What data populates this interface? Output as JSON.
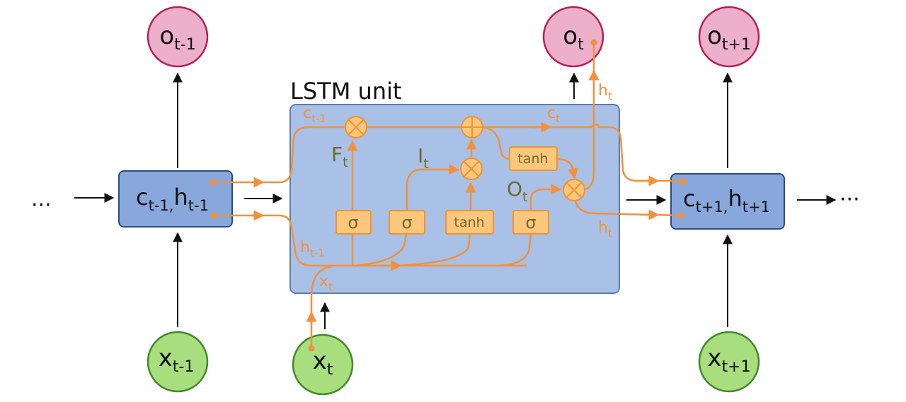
{
  "unit_title": "LSTM unit",
  "ellipsis_left": "···",
  "ellipsis_right": "···",
  "colors": {
    "output_fill": "#ecb0cb",
    "output_stroke": "#b51f55",
    "input_fill": "#a8de7d",
    "input_stroke": "#3f8a2c",
    "unit_fill": "#a9c1e7",
    "unit_stroke": "#5f7ea9",
    "state_fill": "#88a8dc",
    "state_stroke": "#2d4c7c",
    "gate_fill": "#fcc77d",
    "gate_stroke": "#f0932f",
    "flow": "#f2913c"
  },
  "outputs": [
    {
      "base": "o",
      "sub": "t-1"
    },
    {
      "base": "o",
      "sub": "t"
    },
    {
      "base": "o",
      "sub": "t+1"
    }
  ],
  "inputs": [
    {
      "base": "x",
      "sub": "t-1"
    },
    {
      "base": "x",
      "sub": "t"
    },
    {
      "base": "x",
      "sub": "t+1"
    }
  ],
  "states": [
    {
      "c_base": "c",
      "c_sub": "t-1,",
      "h_base": "h",
      "h_sub": "t-1"
    },
    {
      "c_base": "c",
      "c_sub": "t+1,",
      "h_base": "h",
      "h_sub": "t+1"
    }
  ],
  "gates": {
    "sigma_forget": "σ",
    "sigma_input": "σ",
    "tanh_candidate": "tanh",
    "sigma_output": "σ",
    "tanh_cell": "tanh"
  },
  "gate_labels": {
    "forget": {
      "base": "F",
      "sub": "t"
    },
    "input": {
      "base": "I",
      "sub": "t"
    },
    "output": {
      "base": "O",
      "sub": "t"
    }
  },
  "flow_labels": {
    "c_prev": {
      "base": "c",
      "sub": "t-1"
    },
    "c_curr": {
      "base": "c",
      "sub": "t"
    },
    "h_prev": {
      "base": "h",
      "sub": "t-1"
    },
    "x_curr": {
      "base": "x",
      "sub": "t"
    },
    "h_out_up": {
      "base": "h",
      "sub": "t"
    },
    "h_out_right": {
      "base": "h",
      "sub": "t"
    }
  }
}
